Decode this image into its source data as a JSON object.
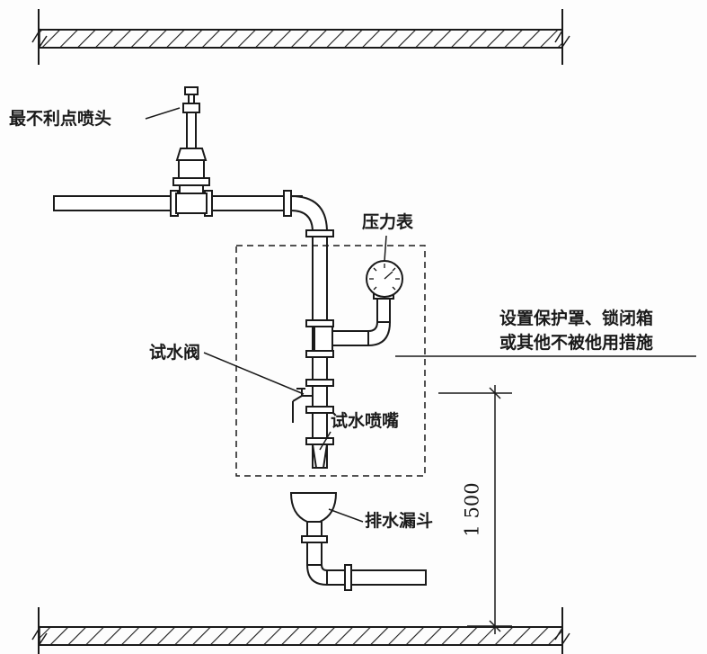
{
  "labels": {
    "sprinkler": "最不利点喷头",
    "gauge": "压力表",
    "protect_line1": "设置保护罩、锁闭箱",
    "protect_line2": "或其他不被他用措施",
    "test_valve": "试水阀",
    "test_nozzle": "试水喷嘴",
    "funnel": "排水漏斗"
  },
  "dimension": {
    "height": "1 500"
  },
  "colors": {
    "line": "#1a1a1a",
    "background": "#fdfdfd"
  }
}
